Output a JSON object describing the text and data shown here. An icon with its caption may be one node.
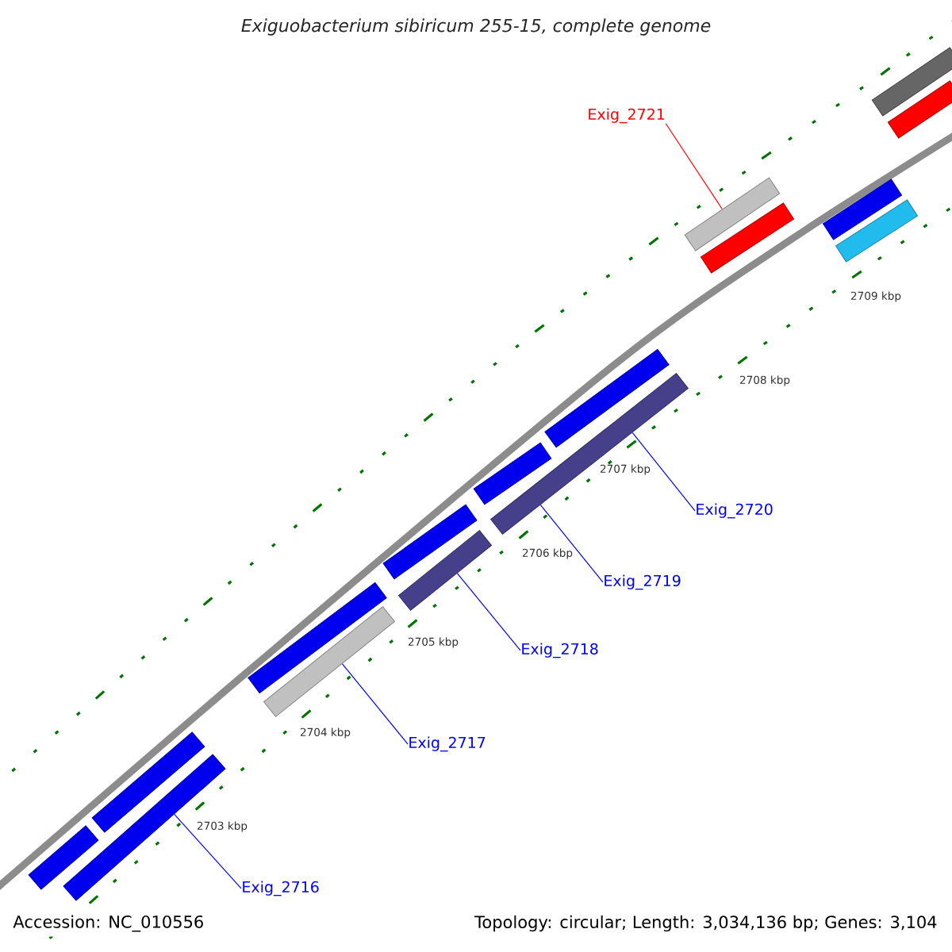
{
  "diagram": {
    "title": "Exiguobacterium sibiricum 255-15, complete genome",
    "nodes": [
      {
        "text": [
          "Exig_2721"
        ]
      },
      {
        "text": [],
        "shape": "bar"
      },
      {
        "text": [],
        "shape": "bar"
      },
      {
        "text": [],
        "shape": "bar"
      },
      {
        "text": [],
        "shape": "bar"
      },
      {
        "text": [],
        "shape": "bar"
      },
      {
        "text": [],
        "shape": "bar"
      },
      {
        "text": [],
        "shape": "bar"
      },
      {
        "text": [],
        "shape": "bar"
      },
      {
        "text": [],
        "shape": "bar"
      },
      {
        "text": [],
        "shape": "bar"
      },
      {
        "text": [],
        "shape": "bar"
      },
      {
        "text": [
          "Exig_2720"
        ]
      },
      {
        "text": [
          "Exig_2719"
        ]
      },
      {
        "text": [],
        "shape": "bar"
      },
      {
        "text": [],
        "shape": "bar"
      },
      {
        "text": [
          "Exig_2718"
        ]
      },
      {
        "text": [
          "Exig_2717"
        ]
      },
      {
        "text": [],
        "shape": "bar"
      },
      {
        "text": [],
        "shape": "bar"
      },
      {
        "text": [],
        "shape": "bar"
      },
      {
        "text": [
          "Exig_2716"
        ]
      }
    ],
    "edges": [
      {
        "from": 0,
        "to": 3,
        "arrow": "none",
        "color": "#ff0000"
      },
      {
        "from": 12,
        "to": 8,
        "arrow": "none"
      },
      {
        "from": 13,
        "to": 8,
        "arrow": "none"
      },
      {
        "from": 16,
        "to": 11,
        "arrow": "none"
      },
      {
        "from": 17,
        "to": 15,
        "arrow": "none"
      },
      {
        "from": 21,
        "to": 19,
        "arrow": "none"
      }
    ],
    "labels": [
      "2709 kbp",
      "2708 kbp",
      "2707 kbp",
      "2706 kbp",
      "2705 kbp",
      "2704 kbp",
      "2703 kbp",
      "Accession: NC_010556",
      "Topology: circular; Length: 3,034,136 bp; Genes: 3,104"
    ]
  }
}
